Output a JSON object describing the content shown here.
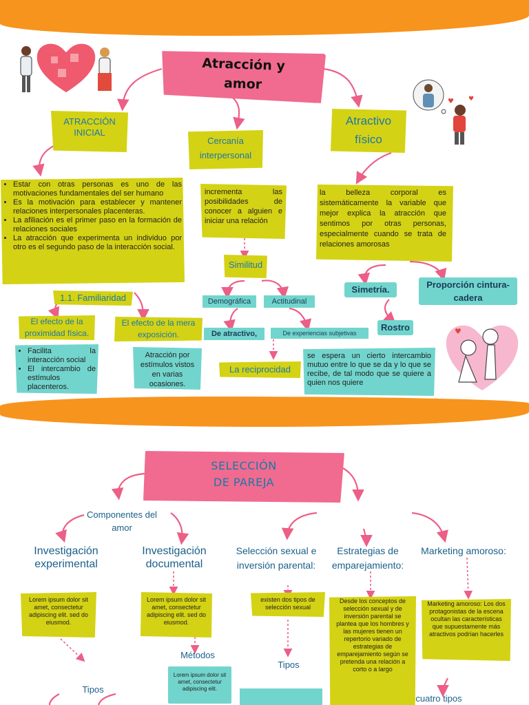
{
  "section1": {
    "title": "Atracción y amor",
    "atraccion_inicial": "ATRACCIÓN INICIAL",
    "cercania": "Cercanía interpersonal",
    "atractivo_fisico": "Atractivo físico",
    "bullets": [
      "Estar con otras personas es uno de las motivaciones fundamentales del ser humano",
      "Es la motivación para establecer y mantener relaciones interpersonales placenteras.",
      "La afiliación es el primer paso en la formación de relaciones sociales",
      "La atracción que experimenta un individuo por otro es el segundo paso de la interacción social."
    ],
    "cercania_text": "incrementa las posibilidades de conocer a alguien e iniciar una relación",
    "belleza_text": "la belleza corporal es sistemáticamente la variable que mejor explica la atracción que sentimos por otras personas, especialmente cuando se trata de relaciones amorosas",
    "familiaridad": "1.1. Familiaridad",
    "efecto_proximidad": "El efecto de la proximidad física.",
    "efecto_exposicion": "El efecto de la mera exposición.",
    "proximidad_bullets": [
      "Facilita la interacción social",
      "El intercambio de estímulos placenteros."
    ],
    "exposicion_text": "Atracción por estímulos vistos en varias ocasiones.",
    "similitud": "Similitud",
    "demografica": "Demográfica",
    "actitudinal": "Actitudinal",
    "de_atractivo": "De atractivo,",
    "de_experiencias": "De experiencias subjetivas",
    "reciprocidad": "La reciprocidad",
    "reciprocidad_text": "se espera un cierto intercambio mutuo entre lo que se da y lo que se recibe, de tal modo que se quiere a quien nos quiere",
    "simetria": "Simetría.",
    "rostro": "Rostro",
    "proporcion": "Proporción cintura-cadera"
  },
  "section2": {
    "title": "SELECCIÓN DE PAREJA",
    "componentes": "Componentes del amor",
    "inv_experimental": "Investigación experimental",
    "inv_documental": "Investigación documental",
    "seleccion_sexual": "Selección sexual e inversión parental:",
    "estrategias": "Estrategias de emparejamiento:",
    "marketing": "Marketing amoroso:",
    "lorem1": "Lorem ipsum dolor sit amet, consectetur adipiscing elit. sed do eiusmod.",
    "lorem2": "Lorem ipsum dolor sit amet, consectetur adipiscing elit. sed do eiusmod.",
    "tipos_seleccion": "existen dos tipos de selección sexual",
    "estrategias_text": "Desde los conceptos de selección sexual y de inversión parental se plantea que los hombres y las mujeres tienen un repertorio variado de estrategias de emparejamiento según se pretenda una relación a corto o a largo",
    "marketing_text": "Marketing amoroso: Los dos protagonistas de la escena ocultan las características que supuestamente más atractivos podrían hacerles",
    "metodos": "Métodos",
    "lorem3": "Lorem ipsum dolor sit amet, consectetur adipiscing elit.",
    "tipos1": "Tipos",
    "tipos2": "Tipos",
    "cuatro_tipos": "cuatro tipos"
  },
  "colors": {
    "orange": "#f7941d",
    "pink": "#f06b8f",
    "olive": "#d4d214",
    "teal": "#72d5cd",
    "blue": "#1a78a8"
  }
}
